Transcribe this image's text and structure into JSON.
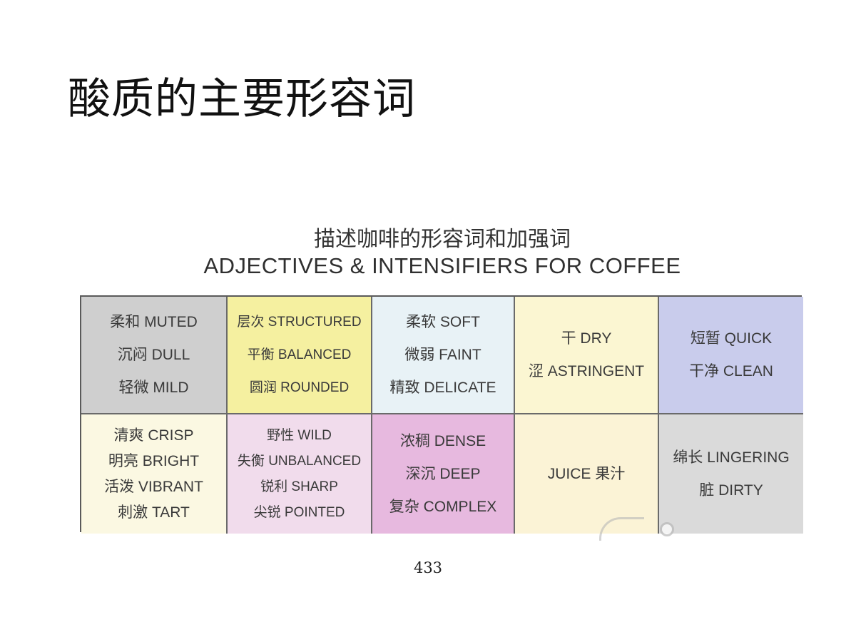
{
  "slide": {
    "title": "酸质的主要形容词",
    "page_number": "433"
  },
  "figure": {
    "title_cn": "描述咖啡的形容词和加强词",
    "title_en": "ADJECTIVES & INTENSIFIERS FOR COFFEE",
    "cells": [
      {
        "color": "#cfcfcf",
        "terms": [
          "柔和 MUTED",
          "沉闷 DULL",
          "轻微 MILD"
        ]
      },
      {
        "color": "#f5f0a0",
        "terms": [
          "层次 STRUCTURED",
          "平衡 BALANCED",
          "圆润 ROUNDED"
        ]
      },
      {
        "color": "#e8f2f6",
        "terms": [
          "柔软 SOFT",
          "微弱 FAINT",
          "精致 DELICATE"
        ]
      },
      {
        "color": "#fbf6d2",
        "terms": [
          "干 DRY",
          "涩 ASTRINGENT"
        ]
      },
      {
        "color": "#c9ccec",
        "terms": [
          "短暂 QUICK",
          "干净 CLEAN"
        ]
      },
      {
        "color": "#fbf8e2",
        "terms": [
          "清爽 CRISP",
          "明亮 BRIGHT",
          "活泼 VIBRANT",
          "刺激 TART"
        ]
      },
      {
        "color": "#f1dcec",
        "terms": [
          "野性 WILD",
          "失衡 UNBALANCED",
          "锐利 SHARP",
          "尖锐 POINTED"
        ]
      },
      {
        "color": "#e7b9df",
        "terms": [
          "浓稠 DENSE",
          "深沉 DEEP",
          "复杂 COMPLEX"
        ]
      },
      {
        "color": "#fbf3d6",
        "terms": [
          "JUICE 果汁"
        ]
      },
      {
        "color": "#dadada",
        "terms": [
          "绵长 LINGERING",
          "脏 DIRTY"
        ]
      }
    ]
  }
}
